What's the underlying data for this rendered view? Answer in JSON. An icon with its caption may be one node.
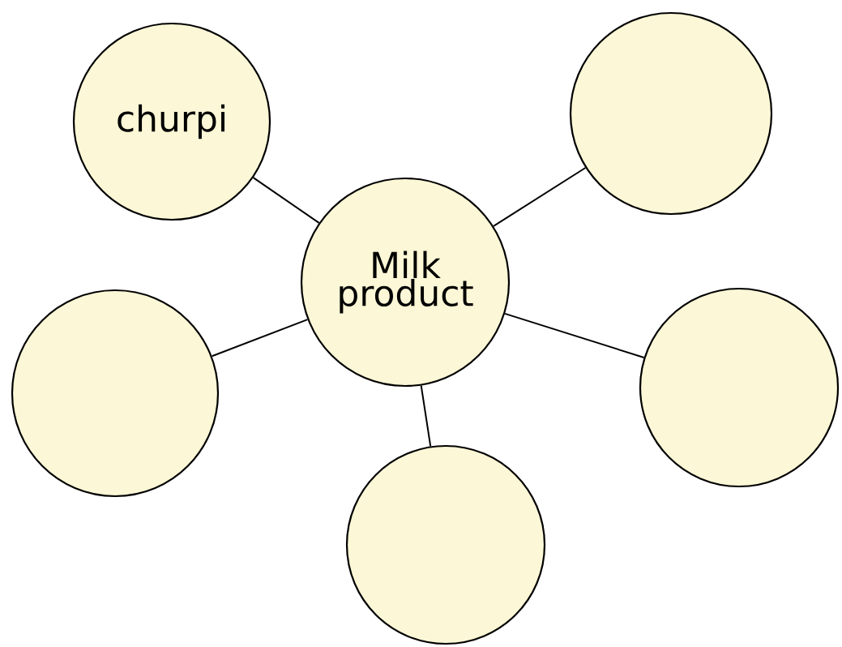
{
  "diagram": {
    "nodes": [
      {
        "text": [
          "churpi"
        ]
      },
      {
        "text": [],
        "shape": "circle"
      },
      {
        "text": [
          "Milk product"
        ]
      },
      {
        "text": [],
        "shape": "circle"
      },
      {
        "text": [],
        "shape": "circle"
      },
      {
        "text": [],
        "shape": "circle"
      }
    ],
    "edges": [
      {
        "from": 2,
        "to": 0,
        "arrow": "none"
      },
      {
        "from": 2,
        "to": 1,
        "arrow": "none"
      },
      {
        "from": 2,
        "to": 3,
        "arrow": "none"
      },
      {
        "from": 2,
        "to": 4,
        "arrow": "none"
      },
      {
        "from": 2,
        "to": 5,
        "arrow": "none"
      }
    ]
  }
}
